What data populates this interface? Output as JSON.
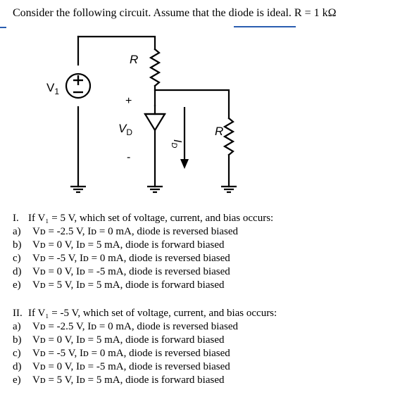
{
  "header": {
    "text": "Consider the following circuit. Assume that the diode is ideal. R = 1 kΩ"
  },
  "circuit": {
    "source_label": "V",
    "source_subscript": "1",
    "resistor_label_top": "R",
    "resistor_label_right": "R",
    "diode_voltage_label": "V",
    "diode_voltage_subscript": "D",
    "plus_sign": "+",
    "minus_sign": "-",
    "current_label": "I",
    "current_subscript": "D"
  },
  "questions": [
    {
      "number": "I.",
      "prompt": "If V₁ = 5 V, which set of voltage, current, and bias occurs:",
      "options": [
        {
          "letter": "a)",
          "text": "Vᴅ = -2.5 V, Iᴅ = 0 mA, diode is reversed biased"
        },
        {
          "letter": "b)",
          "text": "Vᴅ = 0 V, Iᴅ = 5 mA, diode is forward biased"
        },
        {
          "letter": "c)",
          "text": "Vᴅ = -5 V, Iᴅ = 0 mA, diode is reversed biased"
        },
        {
          "letter": "d)",
          "text": "Vᴅ = 0 V, Iᴅ = -5 mA, diode is reversed biased"
        },
        {
          "letter": "e)",
          "text": "Vᴅ = 5 V, Iᴅ = 5 mA, diode is forward biased"
        }
      ]
    },
    {
      "number": "II.",
      "prompt": "If V₁ = -5 V, which set of voltage, current, and bias occurs:",
      "options": [
        {
          "letter": "a)",
          "text": "Vᴅ = -2.5 V, Iᴅ = 0 mA, diode is reversed biased"
        },
        {
          "letter": "b)",
          "text": "Vᴅ = 0 V, Iᴅ = 5 mA, diode is forward biased"
        },
        {
          "letter": "c)",
          "text": "Vᴅ = -5 V, Iᴅ = 0 mA, diode is reversed biased"
        },
        {
          "letter": "d)",
          "text": "Vᴅ = 0 V, Iᴅ = -5 mA, diode is reversed biased"
        },
        {
          "letter": "e)",
          "text": "Vᴅ = 5 V, Iᴅ = 5 mA, diode is forward biased"
        }
      ]
    }
  ]
}
